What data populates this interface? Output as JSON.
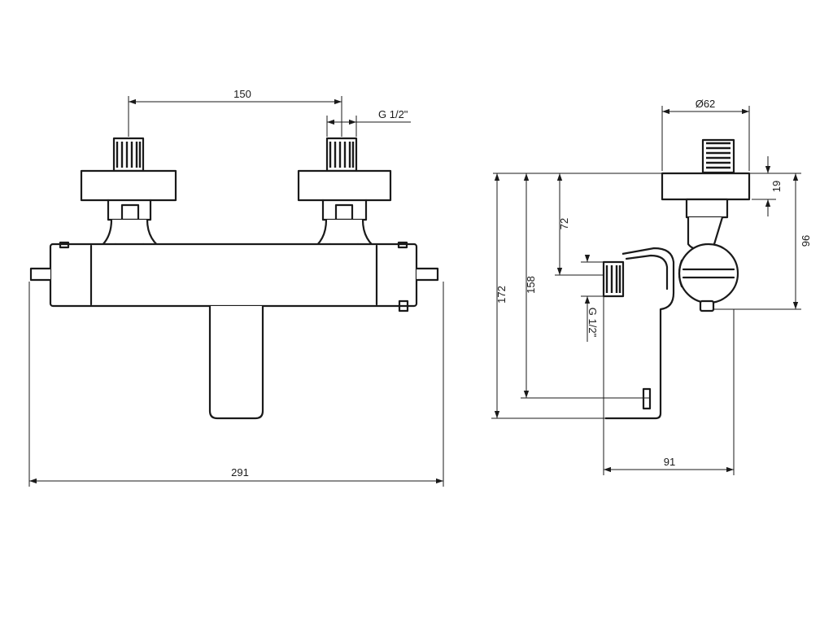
{
  "front_view": {
    "inlet_spacing": "150",
    "connection_thread": "G 1/2\"",
    "overall_width": "291"
  },
  "side_view": {
    "flange_diameter": "Ø62",
    "flange_thickness": "19",
    "inlet_to_body_axis": "72",
    "total_height": "172",
    "wall_to_spout_height": "158",
    "outlet_thread": "G 1/2\"",
    "wall_to_handle_axis": "96",
    "projection_depth": "91"
  }
}
